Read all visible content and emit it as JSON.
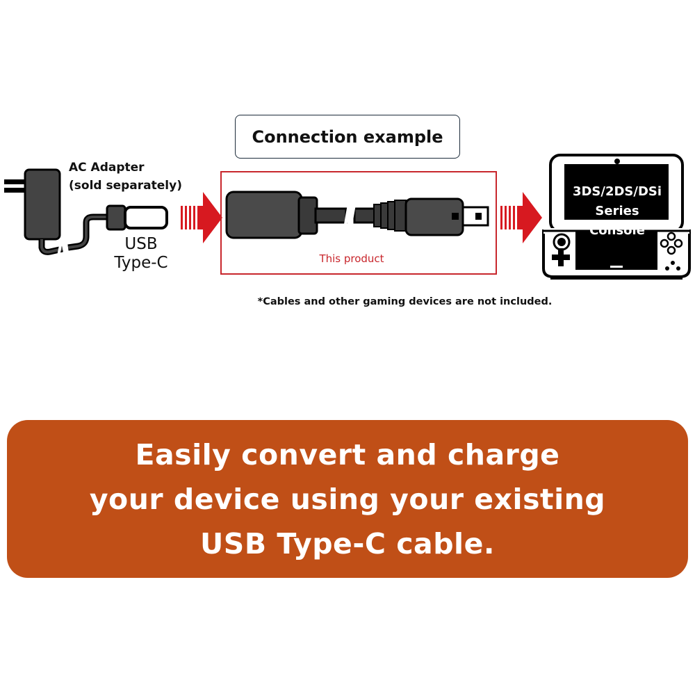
{
  "diagram": {
    "title": "Connection example",
    "ac_adapter_label": [
      "AC Adapter",
      "(sold separately)"
    ],
    "usb_label": [
      "USB",
      "Type-C"
    ],
    "product_label": "This product",
    "console_label": [
      "3DS/2DS/DSi",
      "Series",
      "Console"
    ],
    "note": "*Cables and other gaming devices are not included.",
    "colors": {
      "arrow": "#d71920",
      "product_box": "#c8262c",
      "banner": "#c04f17"
    },
    "icons": [
      "ac-adapter-icon",
      "usb-c-plug-icon",
      "arrow-right-icon",
      "adapter-cable-icon",
      "handheld-console-icon"
    ]
  },
  "banner": {
    "lines": [
      "Easily convert and charge",
      "your device using your existing",
      "USB Type-C cable."
    ]
  }
}
